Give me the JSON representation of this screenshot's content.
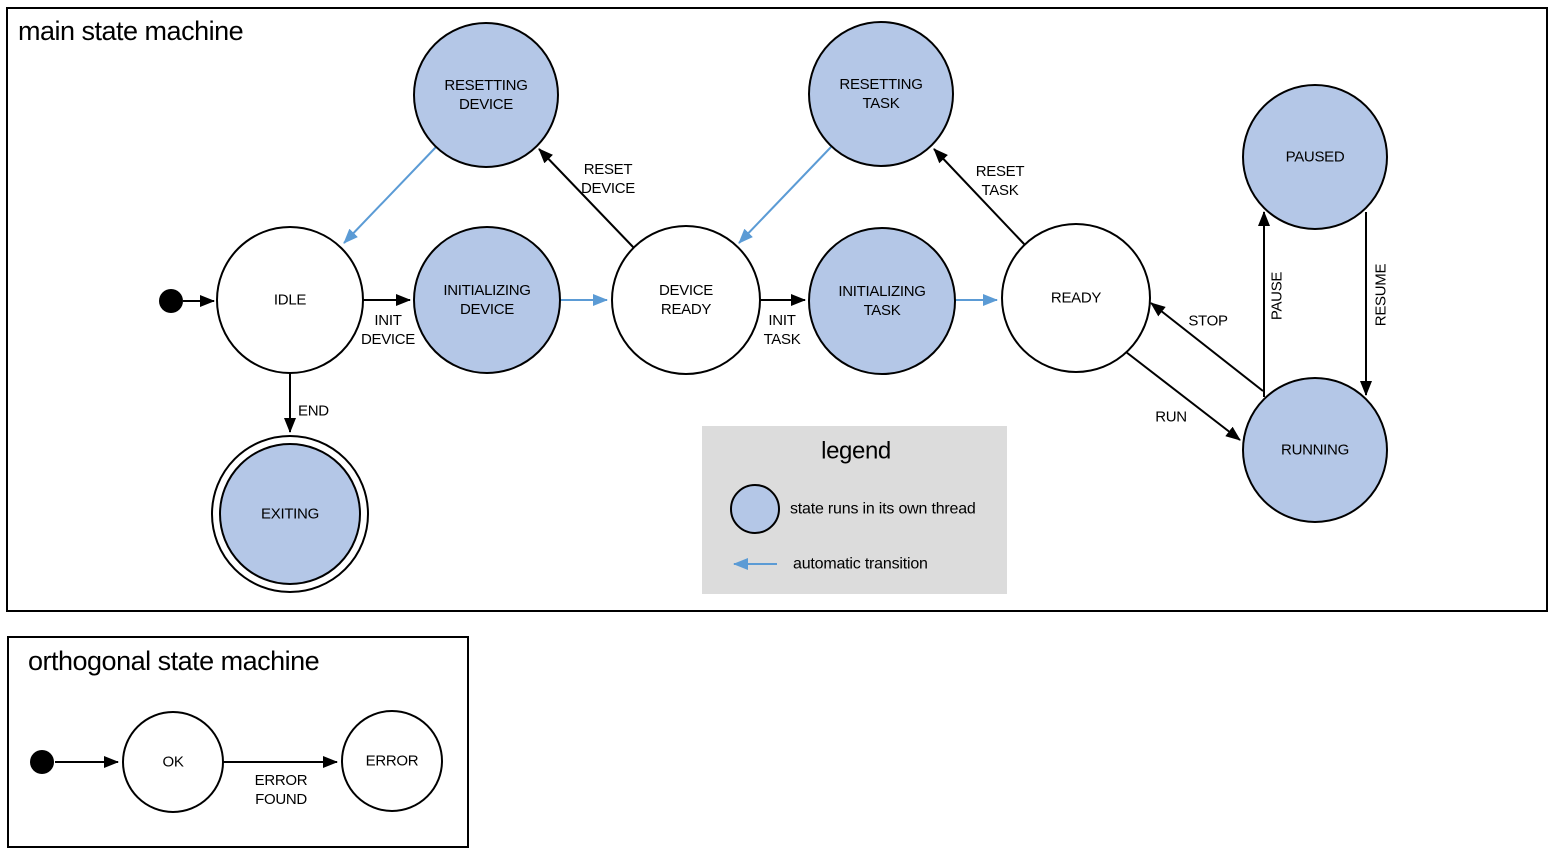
{
  "colors": {
    "threaded_state_fill": "#b4c7e7",
    "automatic_transition": "#5b9bd5",
    "legend_background": "#dcdcdc",
    "state_stroke": "#000000"
  },
  "main": {
    "title": "main state machine",
    "states": {
      "idle": "IDLE",
      "resetting_device": "RESETTING\nDEVICE",
      "initializing_device": "INITIALIZING\nDEVICE",
      "device_ready": "DEVICE\nREADY",
      "resetting_task": "RESETTING\nTASK",
      "initializing_task": "INITIALIZING\nTASK",
      "ready": "READY",
      "paused": "PAUSED",
      "running": "RUNNING",
      "exiting": "EXITING"
    },
    "transitions": {
      "init_device": "INIT\nDEVICE",
      "reset_device": "RESET\nDEVICE",
      "init_task": "INIT\nTASK",
      "reset_task": "RESET\nTASK",
      "stop": "STOP",
      "run": "RUN",
      "pause": "PAUSE",
      "resume": "RESUME",
      "end": "END"
    }
  },
  "legend": {
    "title": "legend",
    "items": {
      "threaded": {
        "label": "state runs in its own thread"
      },
      "automatic": {
        "label": "automatic transition"
      }
    }
  },
  "orthogonal": {
    "title": "orthogonal state machine",
    "states": {
      "ok": "OK",
      "error": "ERROR"
    },
    "transitions": {
      "error_found": "ERROR\nFOUND"
    }
  }
}
